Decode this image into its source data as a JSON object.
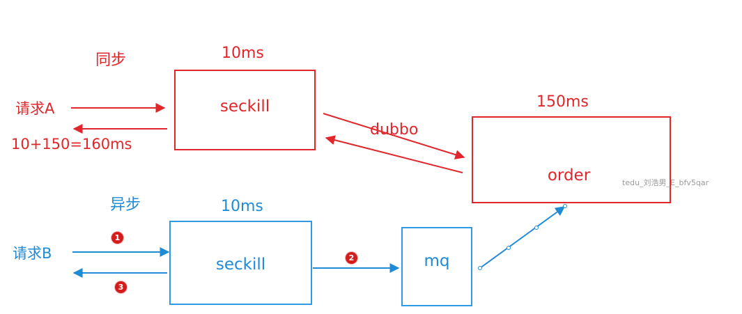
{
  "sync": {
    "title": "同步",
    "time_label": "10ms",
    "request_label": "请求A",
    "total_label": "10+150=160ms",
    "seckill_label": "seckill",
    "dubbo_label": "dubbo",
    "order_time_label": "150ms",
    "order_label": "order"
  },
  "async": {
    "title": "异步",
    "time_label": "10ms",
    "request_label": "请求B",
    "seckill_label": "seckill",
    "mq_label": "mq",
    "steps": [
      "1",
      "2",
      "3"
    ]
  },
  "watermark": "tedu_刘浩男_E_bfv5qar",
  "colors": {
    "sync": "#e0262a",
    "async": "#1f8ad6",
    "badge": "#d31c1c"
  }
}
